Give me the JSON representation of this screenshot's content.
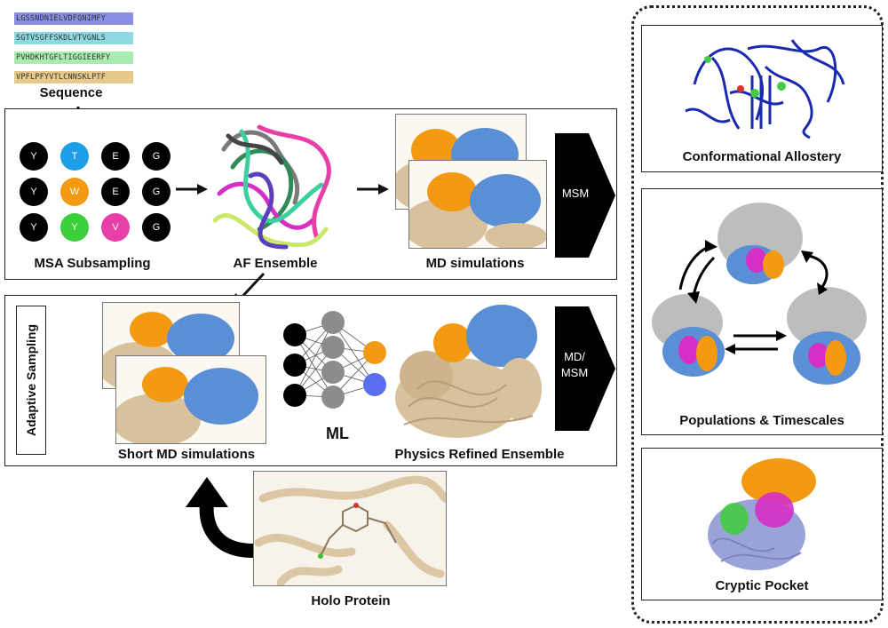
{
  "sequences": [
    {
      "text": "LGSSNDNIELVDFQNIMFY",
      "color": "#8a8fe6"
    },
    {
      "text": "SGTVSGFFSKDLVTVGNLS",
      "color": "#8fd8e2"
    },
    {
      "text": "PVHDKHTGFLTIGGIEERFY",
      "color": "#a8ecb0"
    },
    {
      "text": "VPFLPFYVTLCNNSKLPTF",
      "color": "#e8c98c"
    }
  ],
  "labels": {
    "sequence": "Sequence",
    "msa_subsampling": "MSA Subsampling",
    "af_ensemble": "AF Ensemble",
    "md_simulations": "MD simulations",
    "msm": "MSM",
    "adaptive_sampling": "Adaptive Sampling",
    "short_md": "Short MD simulations",
    "ml": "ML",
    "physics_refined": "Physics Refined Ensemble",
    "md_msm": "MD/\nMSM",
    "holo_protein": "Holo Protein",
    "conformational_allostery": "Conformational Allostery",
    "populations_timescales": "Populations & Timescales",
    "cryptic_pocket": "Cryptic Pocket"
  },
  "msa_grid": [
    [
      {
        "letter": "Y",
        "color": "#000000"
      },
      {
        "letter": "T",
        "color": "#1e9de8"
      },
      {
        "letter": "E",
        "color": "#000000"
      },
      {
        "letter": "G",
        "color": "#000000"
      }
    ],
    [
      {
        "letter": "Y",
        "color": "#000000"
      },
      {
        "letter": "W",
        "color": "#f39a12"
      },
      {
        "letter": "E",
        "color": "#000000"
      },
      {
        "letter": "G",
        "color": "#000000"
      }
    ],
    [
      {
        "letter": "Y",
        "color": "#000000"
      },
      {
        "letter": "Y",
        "color": "#3ccf3c"
      },
      {
        "letter": "V",
        "color": "#e83ea8"
      },
      {
        "letter": "G",
        "color": "#000000"
      }
    ]
  ],
  "colors": {
    "orange": "#f39a12",
    "blue": "#5a8fd6",
    "tan": "#d8c29e",
    "navy": "#1a2ab0",
    "magenta": "#d62fc6",
    "green": "#44cc44",
    "lavender": "#9aa3d8"
  }
}
